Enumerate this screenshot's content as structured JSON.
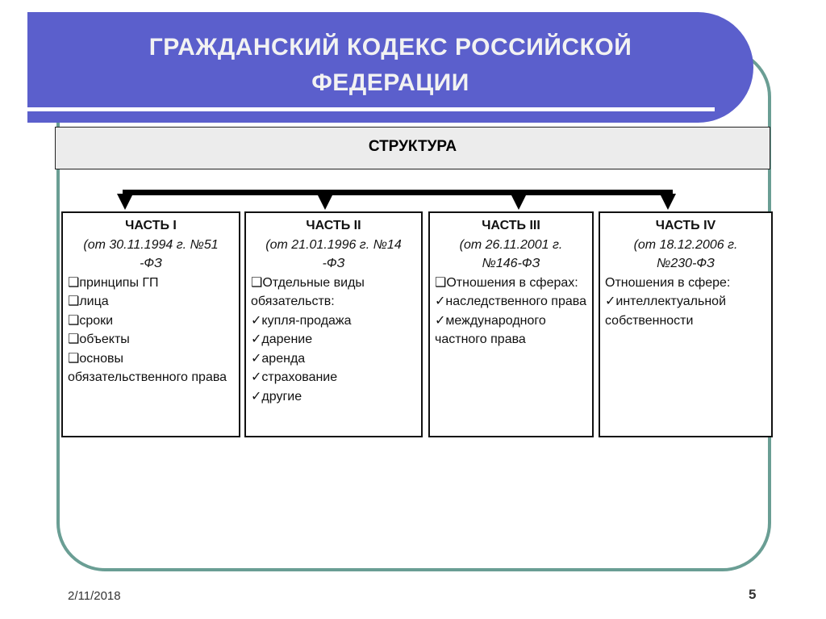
{
  "title": "ГРАЖДАНСКИЙ КОДЕКС РОССИЙСКОЙ ФЕДЕРАЦИИ",
  "title_lines": [
    "ГРАЖДАНСКИЙ КОДЕКС РОССИЙСКОЙ",
    "ФЕДЕРАЦИИ"
  ],
  "structure_label": "СТРУКТУРА",
  "parts": [
    {
      "heading": "ЧАСТЬ I",
      "date_lines": [
        "(от 30.11.1994 г. №51",
        "-ФЗ"
      ],
      "lines": [
        "❑принципы ГП",
        "❑лица",
        "❑сроки",
        "❑объекты",
        "❑основы обязательственного права"
      ]
    },
    {
      "heading": "ЧАСТЬ II",
      "date_lines": [
        "(от 21.01.1996 г. №14",
        "-ФЗ"
      ],
      "lines": [
        "❑Отдельные виды обязательств:",
        "✓купля-продажа",
        "✓дарение",
        "✓аренда",
        "✓страхование",
        "✓другие"
      ]
    },
    {
      "heading": "ЧАСТЬ III",
      "date_lines": [
        "(от 26.11.2001 г.",
        "№146-ФЗ"
      ],
      "lines": [
        "❑Отношения в сферах:",
        "✓наследственного права",
        "✓международного частного права"
      ]
    },
    {
      "heading": "ЧАСТЬ IV",
      "date_lines": [
        "(от 18.12.2006 г.",
        "№230-ФЗ"
      ],
      "lines": [
        "Отношения в сфере:",
        "✓интеллектуальной собственности"
      ]
    }
  ],
  "footer": {
    "date": "2/11/2018",
    "page": "5"
  },
  "colors": {
    "band": "#5b5fcc",
    "frame": "#6a9e94",
    "structure_bg": "#ececec"
  }
}
